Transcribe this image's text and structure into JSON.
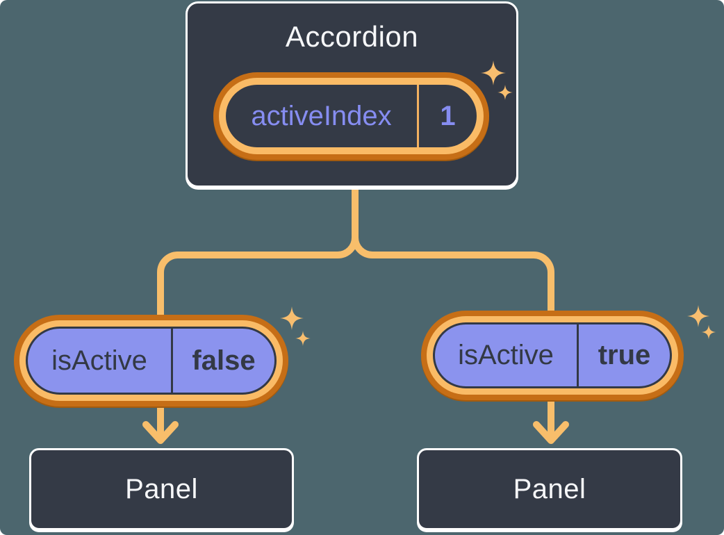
{
  "accordion": {
    "title": "Accordion",
    "state": {
      "name": "activeIndex",
      "value": "1"
    }
  },
  "panels": [
    {
      "prop": {
        "name": "isActive",
        "value": "false"
      },
      "label": "Panel"
    },
    {
      "prop": {
        "name": "isActive",
        "value": "true"
      },
      "label": "Panel"
    }
  ],
  "icons": {
    "sparkle": "four-point-star"
  },
  "colors": {
    "background": "#4C666E",
    "box_fill": "#343A46",
    "box_border": "#FFFFFF",
    "pill_ring_outer": "#C66E16",
    "pill_ring_inner": "#FABB66",
    "pill_fill_purple": "#8B93EE",
    "connector_orange": "#F8BE6B",
    "sparkle_orange": "#F8BE6F",
    "text_light": "#F6F7F9",
    "text_dark": "#333945",
    "text_purple": "#868DF1",
    "state_divider_orange": "#F3B160"
  }
}
